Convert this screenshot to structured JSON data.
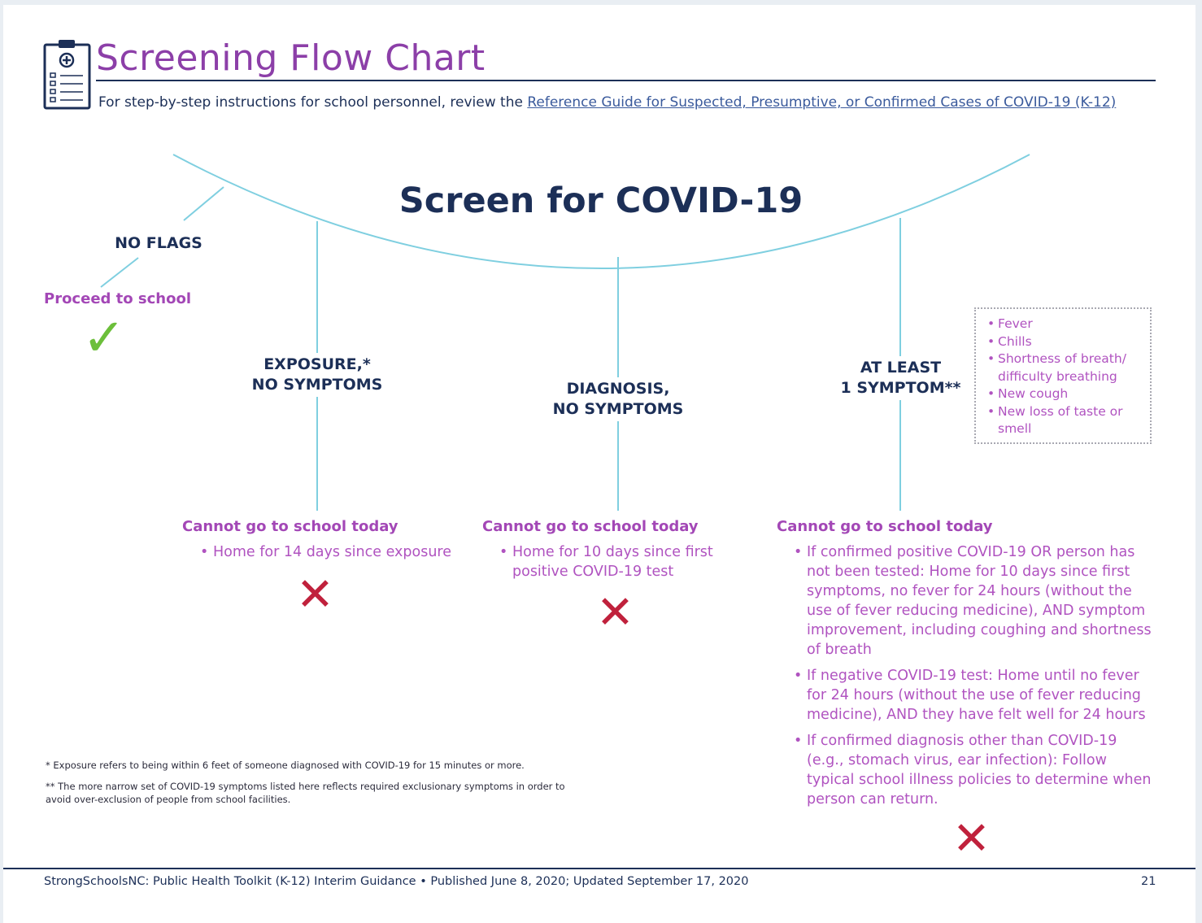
{
  "header": {
    "title": "Screening Flow Chart",
    "subtitle_prefix": "For step-by-step instructions for school personnel, review the ",
    "subtitle_link": "Reference Guide for Suspected, Presumptive, or Confirmed Cases of COVID-19 (K-12)"
  },
  "screen_title": "Screen for COVID-19",
  "no_flags": {
    "label": "NO FLAGS",
    "action": "Proceed to school",
    "mark": "✓"
  },
  "branches": [
    {
      "label_line1": "EXPOSURE,*",
      "label_line2": "NO SYMPTOMS",
      "result": "Cannot go to school today",
      "bullets": [
        "Home for 14 days since exposure"
      ],
      "mark": "✕"
    },
    {
      "label_line1": "DIAGNOSIS,",
      "label_line2": "NO SYMPTOMS",
      "result": "Cannot go to school today",
      "bullets": [
        "Home for 10 days since first positive COVID-19 test"
      ],
      "mark": "✕"
    },
    {
      "label_line1": "AT LEAST",
      "label_line2": "1 SYMPTOM**",
      "result": "Cannot go to school today",
      "bullets": [
        "If confirmed positive COVID-19 OR person has not been tested: Home for 10 days since first symptoms, no fever for 24 hours (without the use of fever reducing medicine), AND symptom improvement, including coughing and shortness of breath",
        "If negative COVID-19 test: Home until no fever for 24 hours (without the use of fever reducing medicine), AND they have felt well for 24 hours",
        "If confirmed diagnosis other than COVID-19 (e.g., stomach virus, ear infection): Follow typical school illness policies to determine when person can return."
      ],
      "mark": "✕"
    }
  ],
  "symptoms": [
    "Fever",
    "Chills",
    "Shortness of breath/ difficulty breathing",
    "New cough",
    "New loss of taste or smell"
  ],
  "footnotes": [
    "* Exposure refers to being within 6 feet of someone diagnosed with COVID-19 for 15 minutes or more.",
    "** The more narrow set of COVID-19 symptoms listed here reflects required exclusionary symptoms in order to avoid over-exclusion of people from school facilities."
  ],
  "footer": {
    "text": "StrongSchoolsNC: Public Health Toolkit (K-12) Interim Guidance  •  Published June 8, 2020; Updated September 17, 2020",
    "page_number": "21"
  },
  "colors": {
    "navy": "#1c2f57",
    "purple": "#a347b6",
    "line_blue": "#7fcfe0",
    "red_x": "#c0213c",
    "green_check": "#6cbf3a"
  },
  "icons": [
    "clipboard-icon",
    "checkmark-icon",
    "x-mark-icon"
  ]
}
